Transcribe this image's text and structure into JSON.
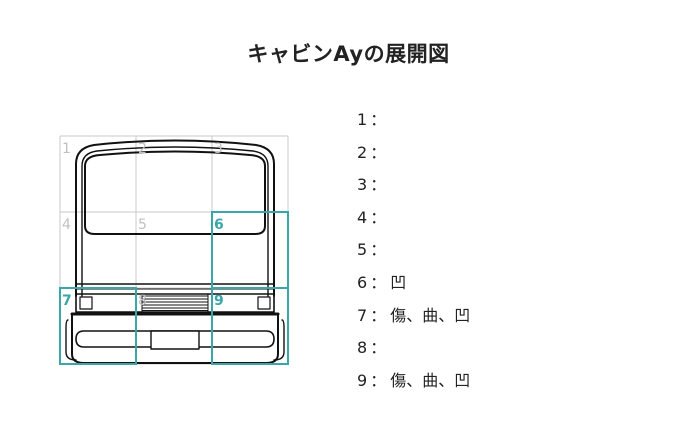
{
  "page": {
    "title": "キャビンAyの展開図"
  },
  "colors": {
    "grid_line": "#c8c8c8",
    "highlight": "#3aa6a8",
    "cell_number": "#c0c0c0",
    "outline": "#111111",
    "text": "#222222"
  },
  "grid": {
    "rows": 3,
    "cols": 3,
    "cells": [
      {
        "number": "1",
        "highlighted": false
      },
      {
        "number": "2",
        "highlighted": false
      },
      {
        "number": "3",
        "highlighted": false
      },
      {
        "number": "4",
        "highlighted": false
      },
      {
        "number": "5",
        "highlighted": false
      },
      {
        "number": "6",
        "highlighted": true
      },
      {
        "number": "7",
        "highlighted": true
      },
      {
        "number": "8",
        "highlighted": false
      },
      {
        "number": "9",
        "highlighted": true
      }
    ]
  },
  "legend": {
    "separator": "：",
    "items": [
      {
        "number": "1",
        "damage": ""
      },
      {
        "number": "2",
        "damage": ""
      },
      {
        "number": "3",
        "damage": ""
      },
      {
        "number": "4",
        "damage": ""
      },
      {
        "number": "5",
        "damage": ""
      },
      {
        "number": "6",
        "damage": "凹"
      },
      {
        "number": "7",
        "damage": "傷、曲、凹"
      },
      {
        "number": "8",
        "damage": ""
      },
      {
        "number": "9",
        "damage": "傷、曲、凹"
      }
    ]
  }
}
